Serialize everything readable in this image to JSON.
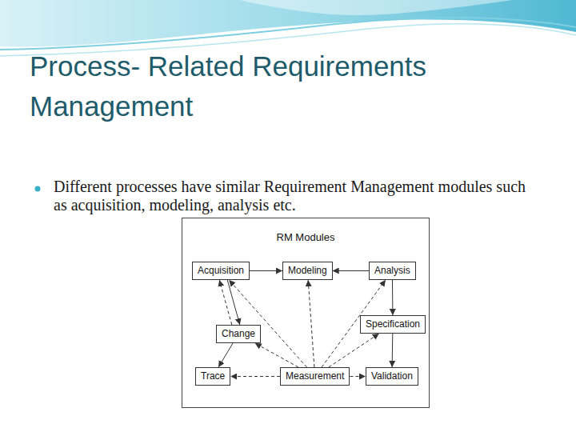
{
  "diagram": {
    "title": "Process- Related Requirements Management",
    "nodes": [
      {
        "text": [
          "RM Modules"
        ]
      },
      {
        "text": [
          "Acquisition"
        ],
        "in": 0
      },
      {
        "text": [
          "Modeling"
        ],
        "in": 0
      },
      {
        "text": [
          "Analysis"
        ],
        "in": 0
      },
      {
        "text": [
          "Change"
        ],
        "in": 0
      },
      {
        "text": [
          "Specification"
        ],
        "in": 0
      },
      {
        "text": [
          "Trace"
        ],
        "in": 0
      },
      {
        "text": [
          "Measurement"
        ],
        "in": 0
      },
      {
        "text": [
          "Validation"
        ],
        "in": 0
      }
    ],
    "edges": [
      {
        "from": 1,
        "to": 2,
        "arrow": "to"
      },
      {
        "from": 3,
        "to": 2,
        "arrow": "to"
      },
      {
        "from": 3,
        "to": 5,
        "arrow": "to"
      },
      {
        "from": 5,
        "to": 8,
        "arrow": "to"
      },
      {
        "from": 1,
        "to": 4,
        "arrow": "to"
      },
      {
        "from": 4,
        "to": 1,
        "arrow": "to"
      },
      {
        "from": 4,
        "to": 6,
        "arrow": "to"
      },
      {
        "from": 7,
        "to": 1,
        "arrow": "to"
      },
      {
        "from": 7,
        "to": 2,
        "arrow": "to"
      },
      {
        "from": 7,
        "to": 3,
        "arrow": "to"
      },
      {
        "from": 7,
        "to": 5,
        "arrow": "to"
      },
      {
        "from": 7,
        "to": 4,
        "arrow": "to"
      },
      {
        "from": 7,
        "to": 8,
        "arrow": "to"
      },
      {
        "from": 7,
        "to": 6,
        "arrow": "to"
      }
    ],
    "labels": [
      "Different processes have similar Requirement Management modules such as acquisition, modeling, analysis etc."
    ]
  }
}
